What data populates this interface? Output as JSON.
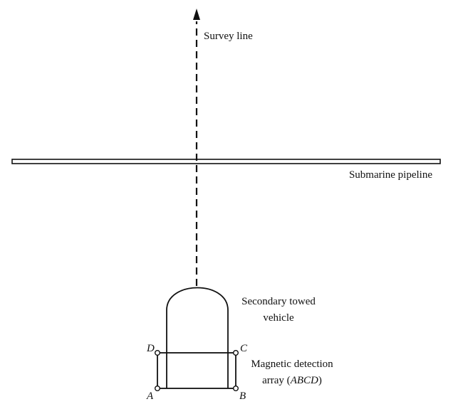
{
  "labels": {
    "survey_line": "Survey line",
    "pipeline": "Submarine pipeline",
    "vehicle_line1": "Secondary towed",
    "vehicle_line2": "vehicle",
    "array_line1": "Magnetic detection",
    "array_line2_prefix": "array (",
    "array_line2_italic": "ABCD",
    "array_line2_suffix": ")"
  },
  "points": {
    "A": "A",
    "B": "B",
    "C": "C",
    "D": "D"
  }
}
